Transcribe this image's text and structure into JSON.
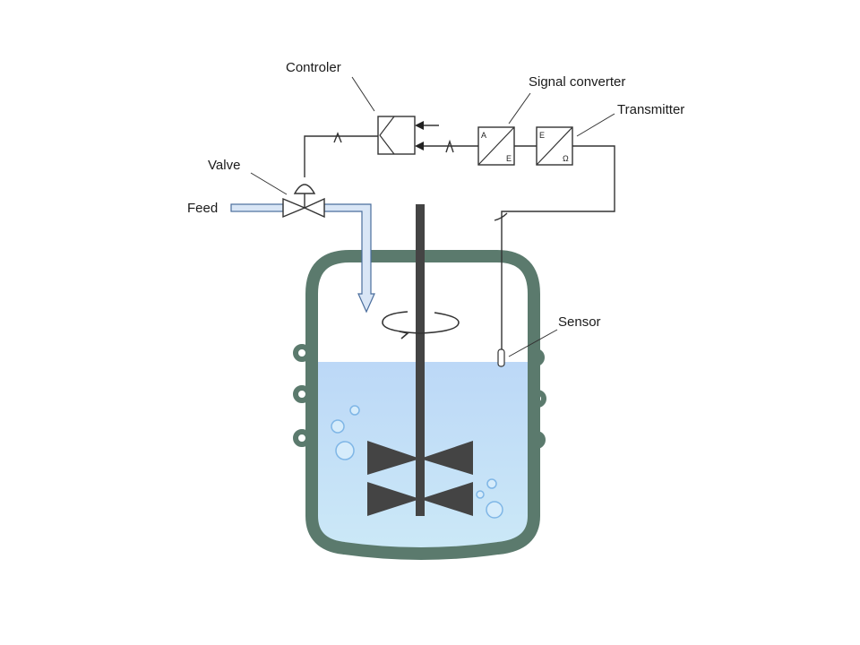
{
  "labels": {
    "controller": "Controler",
    "signal_converter": "Signal converter",
    "transmitter": "Transmitter",
    "valve": "Valve",
    "feed": "Feed",
    "sensor": "Sensor"
  },
  "converter_marks": {
    "in": "A",
    "out": "E"
  },
  "transmitter_marks": {
    "in": "E",
    "out": "Ω"
  },
  "colors": {
    "vessel_wall": "#5b7a6d",
    "liquid_top": "#bcd8f7",
    "liquid_bottom": "#cdeaf7",
    "feed_pipe": "#d9e6f6",
    "impeller": "#444444",
    "bubble": "#7fb6e6"
  }
}
